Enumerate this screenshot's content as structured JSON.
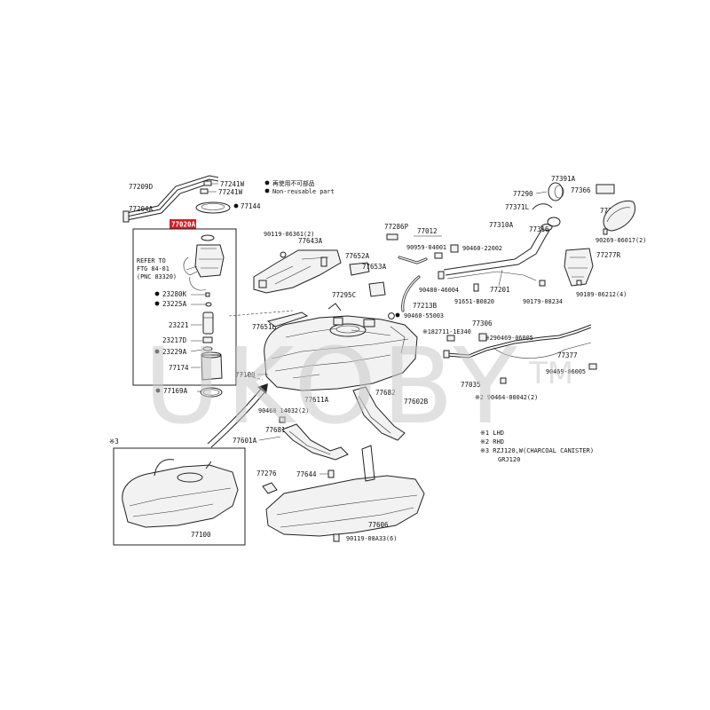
{
  "notes": {
    "reuse_zh": "再使用不可部品",
    "reuse_en": "Non-reusable part"
  },
  "refer": {
    "line1": "REFER TO",
    "line2": "FTG 84-01",
    "line3": "(PNC 83320)"
  },
  "legend": {
    "l1": "※1  LHD",
    "l2": "※2  RHD",
    "l3a": "※3  RZJ120,W(CHARCOAL CANISTER)",
    "l3b": "GRJ120",
    "inset_mark": "※3"
  },
  "watermark": {
    "text": "UKOBY",
    "tm": "TM"
  },
  "labels": {
    "p77209D": "77209D",
    "p77204A": "77204A",
    "p77241W_a": "77241W",
    "p77241W_b": "77241W",
    "p77144": "77144",
    "p77020A": "77020A",
    "p23280K": "23280K",
    "p23225A": "23225A",
    "p23221": "23221",
    "p23217D": "23217D",
    "p23229A": "23229A",
    "p77174": "77174",
    "p77169A": "77169A",
    "p90119_06361": "90119-06361(2)",
    "p77643A": "77643A",
    "p77652A": "77652A",
    "p77653A": "77653A",
    "p77286P": "77286P",
    "p77012": "77012",
    "p90959_04001": "90959-04001",
    "p90460_22002": "90460-22002",
    "p90480_46004": "90480-46004",
    "p77201": "77201",
    "p91651_B0820": "91651-B0820",
    "p90179_08234": "90179-08234",
    "p77213B": "77213B",
    "p90460_55003": "90460-55003",
    "p77295C": "77295C",
    "p77651B": "77651B",
    "p77100_main": "77100",
    "p77611A": "77611A",
    "p77682": "77682",
    "p77602B": "77602B",
    "p90468_14032": "90468  14032(2)",
    "p77601A": "77601A",
    "p77681A": "77681A",
    "p77276": "77276",
    "p77644": "77644",
    "p77606": "77606",
    "p90119_08A33": "90119-08A33(6)",
    "p77100_inset": "77100",
    "p77391A": "77391A",
    "p77290": "77290",
    "p77366": "77366",
    "p77371L": "77371L",
    "p77350": "77350",
    "p77310A": "77310A",
    "p77316": "77316",
    "p90269_06017": "90269-06017(2)",
    "p77277R": "77277R",
    "p90189_06212": "90189-06212(4)",
    "p77306": "77306",
    "p182711_1E340": "※182711-1E340",
    "p90469_06005_a": "※290469-06005",
    "p77377": "77377",
    "p90469_06005_b": "90469-06005",
    "p77035": "77035",
    "p90464_00042": "※2 90464-00042(2)"
  }
}
